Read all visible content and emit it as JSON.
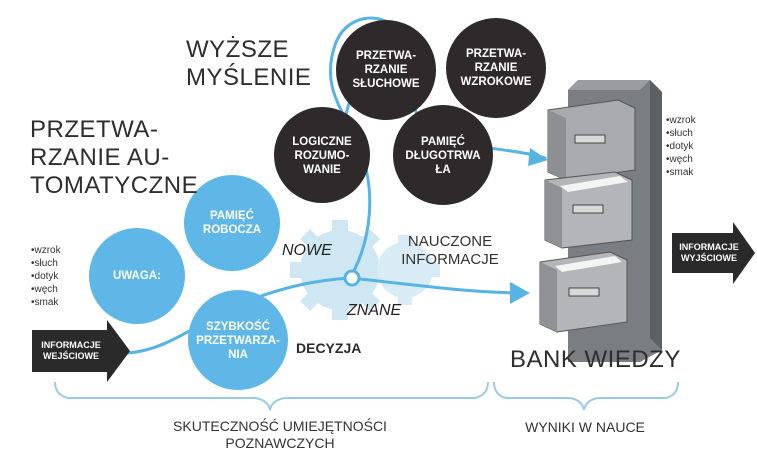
{
  "headings": {
    "higher_thinking": "WYŻSZE\nMYŚLENIE",
    "automatic": "PRZETWA-\nRZANIE AU-\nTOMATYCZNE",
    "knowledge_bank": "BANK WIEDZY"
  },
  "dark_circles": {
    "auditory": "PRZETWA-\nRZANIE\nSŁUCHOWE",
    "visual": "PRZETWA-\nRZANIE\nWZROKOWE",
    "logical": "LOGICZNE\nROZUMO-\nWANIE",
    "longterm": "PAMIĘĆ\nDŁUGOTRWA\nŁA"
  },
  "blue_circles": {
    "working_memory": "PAMIĘĆ\nROBOCZA",
    "attention": "UWAGA:",
    "processing_speed": "SZYBKOŚĆ\nPRZETWARZA-\nNIA"
  },
  "senses_left": "•wzrok\n•słuch\n•dotyk\n•węch\n•smak",
  "senses_right": "•wzrok\n•słuch\n•dotyk\n•węch\n•smak",
  "arrows": {
    "input": "INFORMACJE\nWEJŚCIOWE",
    "output": "INFORMACJE\nWYJŚCIOWE"
  },
  "path_labels": {
    "new": "NOWE",
    "known": "ZNANE",
    "decision": "DECYZJA",
    "learned": "NAUCZONE\nINFORMACJE"
  },
  "bottom": {
    "skills": "SKUTECZNOŚĆ UMIEJĘTNOŚCI\nPOZNAWCZYCH",
    "results": "WYNIKI W NAUCE"
  },
  "colors": {
    "dark_circle": "#2e2a2b",
    "blue_circle": "#5eb7e6",
    "path": "#55b4e4",
    "gear": "#cfe6f3",
    "arrow": "#2a2a2a",
    "bracket": "#9ccbe6"
  }
}
